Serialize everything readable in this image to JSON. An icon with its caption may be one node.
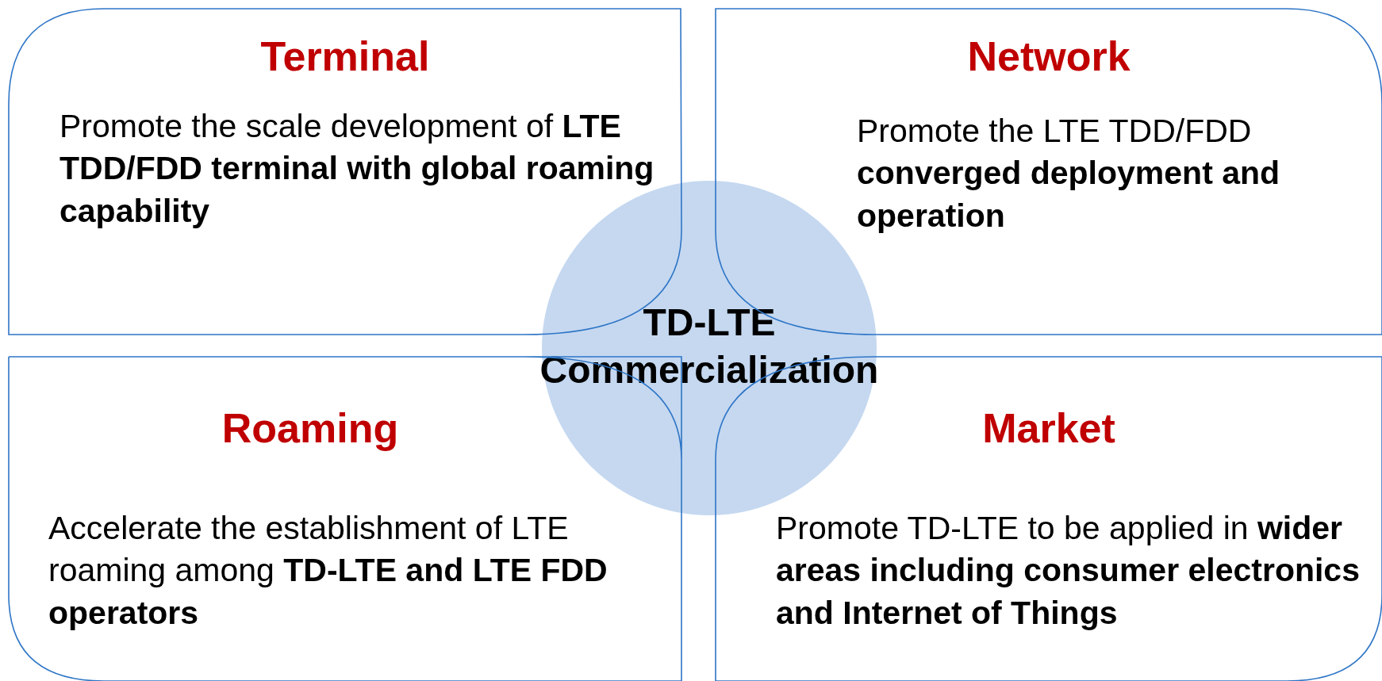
{
  "diagram": {
    "nodes": [
      {
        "text": [
          "Terminal",
          "Promote the scale development of **LTE TDD/FDD terminal with global roaming capability**"
        ]
      },
      {
        "text": [
          "Network",
          "Promote the LTE TDD/FDD **converged deployment and operation**"
        ]
      },
      {
        "text": [
          "TD-LTE Commercialization"
        ]
      },
      {
        "text": [
          "Roaming",
          "Accelerate the establishment of LTE roaming among **TD-LTE and LTE FDD operators**"
        ]
      },
      {
        "text": [
          "Market",
          "Promote TD-LTE to be applied in **wider areas including consumer electronics and Internet of Things**"
        ]
      }
    ],
    "edges": []
  }
}
